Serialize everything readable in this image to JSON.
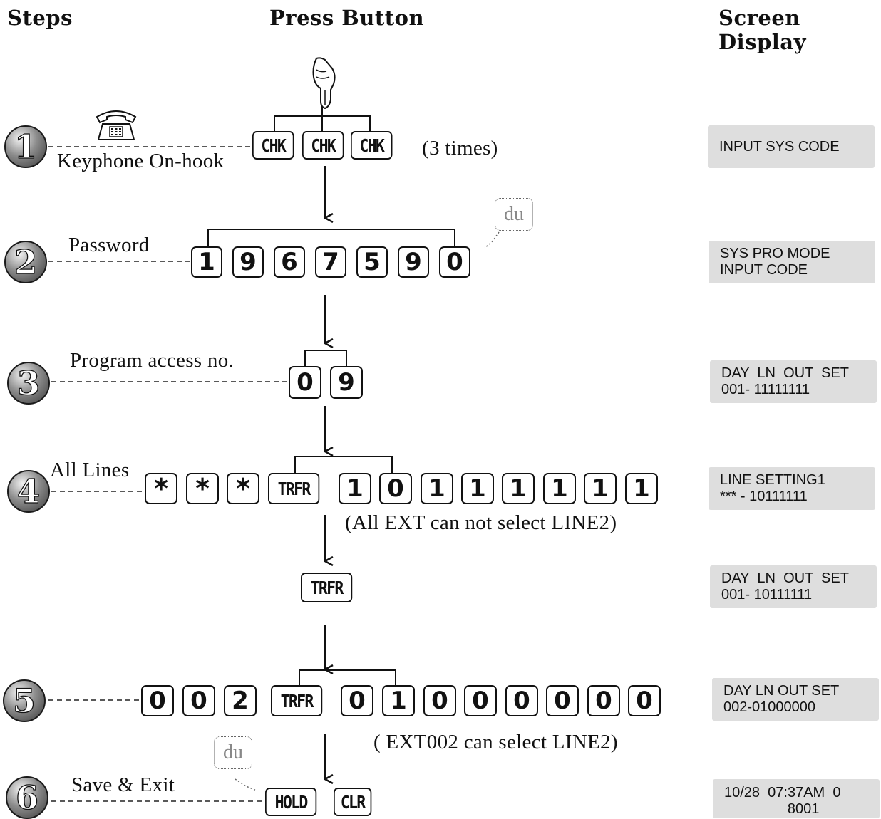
{
  "headers": {
    "steps": "Steps",
    "press_button": "Press Button",
    "screen_display": "Screen Display"
  },
  "steps": [
    {
      "number": "1",
      "label": "Keyphone On-hook",
      "keys": [
        "CHK",
        "CHK",
        "CHK"
      ],
      "note": "(3 times)",
      "display": [
        "INPUT SYS CODE"
      ]
    },
    {
      "number": "2",
      "label": "Password",
      "keys": [
        "1",
        "9",
        "6",
        "7",
        "5",
        "9",
        "0"
      ],
      "hint": "du",
      "display": [
        "SYS PRO MODE",
        "INPUT CODE"
      ]
    },
    {
      "number": "3",
      "label": "Program access no.",
      "keys": [
        "0",
        "9"
      ],
      "display": [
        "DAY  LN  OUT  SET",
        "001- 11111111"
      ]
    },
    {
      "number": "4",
      "label": "All Lines",
      "keys": [
        "*",
        "*",
        "*",
        "TRFR",
        "1",
        "0",
        "1",
        "1",
        "1",
        "1",
        "1",
        "1"
      ],
      "note": "(All EXT can not select LINE2)",
      "display": [
        "LINE SETTING1",
        "*** - 10111111"
      ]
    },
    {
      "number": "",
      "label": "",
      "keys": [
        "TRFR"
      ],
      "display": [
        "DAY  LN  OUT  SET",
        "001- 10111111"
      ]
    },
    {
      "number": "5",
      "label": "",
      "keys": [
        "0",
        "0",
        "2",
        "TRFR",
        "0",
        "1",
        "0",
        "0",
        "0",
        "0",
        "0",
        "0"
      ],
      "note": "( EXT002 can  select LINE2)",
      "display": [
        "DAY LN OUT SET",
        "002-01000000"
      ]
    },
    {
      "number": "6",
      "label": "Save & Exit",
      "keys": [
        "HOLD",
        "CLR"
      ],
      "hint": "du",
      "display": [
        "10/28  07:37AM  0",
        "                8001"
      ]
    }
  ],
  "icons": {
    "hand": "pointing-hand-icon",
    "phone": "telephone-icon"
  }
}
